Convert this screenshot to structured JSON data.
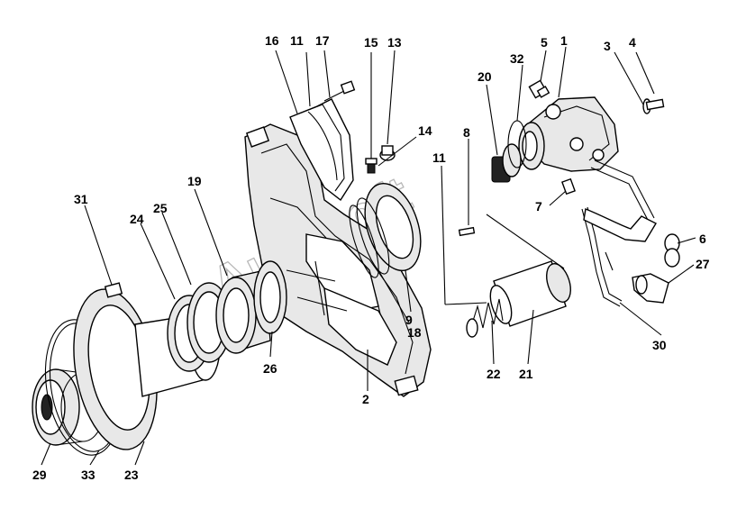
{
  "watermark": "Autosoft",
  "callouts": [
    "1",
    "2",
    "3",
    "4",
    "5",
    "6",
    "7",
    "8",
    "9",
    "11",
    "11",
    "13",
    "14",
    "15",
    "16",
    "17",
    "18",
    "19",
    "20",
    "21",
    "22",
    "23",
    "24",
    "25",
    "26",
    "27",
    "29",
    "30",
    "31",
    "32",
    "33"
  ]
}
